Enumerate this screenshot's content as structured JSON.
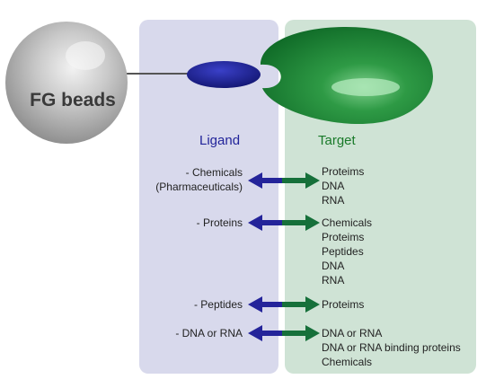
{
  "beads": {
    "label": "FG beads"
  },
  "ligand": {
    "heading": "Ligand"
  },
  "target": {
    "heading": "Target"
  },
  "rows": [
    {
      "ligand": [
        "- Chemicals",
        "(Pharmaceuticals)"
      ],
      "targets": [
        "Proteims",
        "DNA",
        "RNA"
      ]
    },
    {
      "ligand": [
        "- Proteins"
      ],
      "targets": [
        "Chemicals",
        "Proteims",
        "Peptides",
        "DNA",
        "RNA"
      ]
    },
    {
      "ligand": [
        "- Peptides"
      ],
      "targets": [
        "Proteims"
      ]
    },
    {
      "ligand": [
        "- DNA or RNA"
      ],
      "targets": [
        "DNA or RNA",
        "DNA or RNA binding proteins",
        "Chemicals"
      ]
    }
  ],
  "colors": {
    "ligand": "#22249a",
    "target": "#1a7a2a",
    "bead": "#9a9a9a"
  }
}
